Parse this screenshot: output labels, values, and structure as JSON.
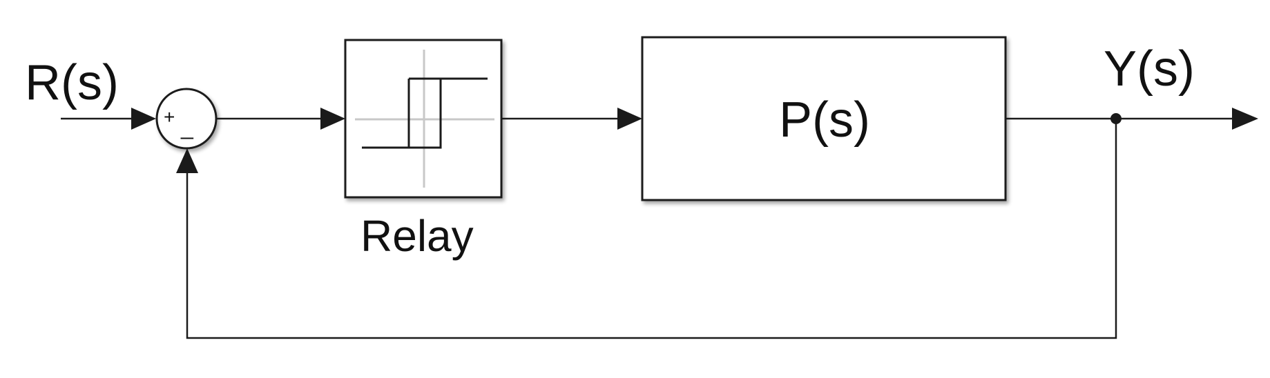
{
  "diagram": {
    "input_label": "R(s)",
    "output_label": "Y(s)",
    "sum_block": {
      "plus_sign": "+",
      "minus_sign": "_"
    },
    "relay_block": {
      "label": "Relay"
    },
    "plant_block": {
      "label": "P(s)"
    }
  }
}
